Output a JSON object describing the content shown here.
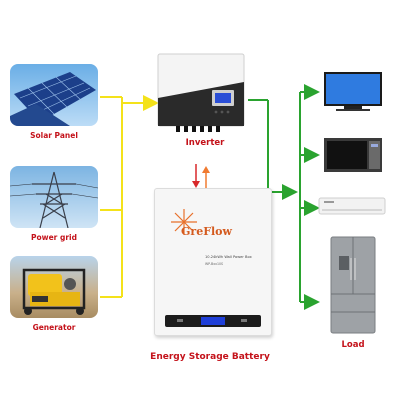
{
  "sources": [
    {
      "id": "solar",
      "label": "Solar Panel"
    },
    {
      "id": "grid",
      "label": "Power grid"
    },
    {
      "id": "generator",
      "label": "Generator"
    }
  ],
  "center": {
    "inverter": {
      "label": "Inverter"
    },
    "battery": {
      "label": "Energy Storage Battery",
      "brand": "GreFlow",
      "model_text": "10.24kWh Wall Power Box",
      "model_sub": "WP-Bxx10S"
    }
  },
  "load": {
    "label": "Load"
  },
  "colors": {
    "label_red": "#c4121a",
    "yellow_line": "#f4e21a",
    "green_line": "#2aa32f",
    "orange_arrow": "#f07a30",
    "red_arrow": "#d8282a",
    "battery_screen": "#1f3fd8"
  }
}
